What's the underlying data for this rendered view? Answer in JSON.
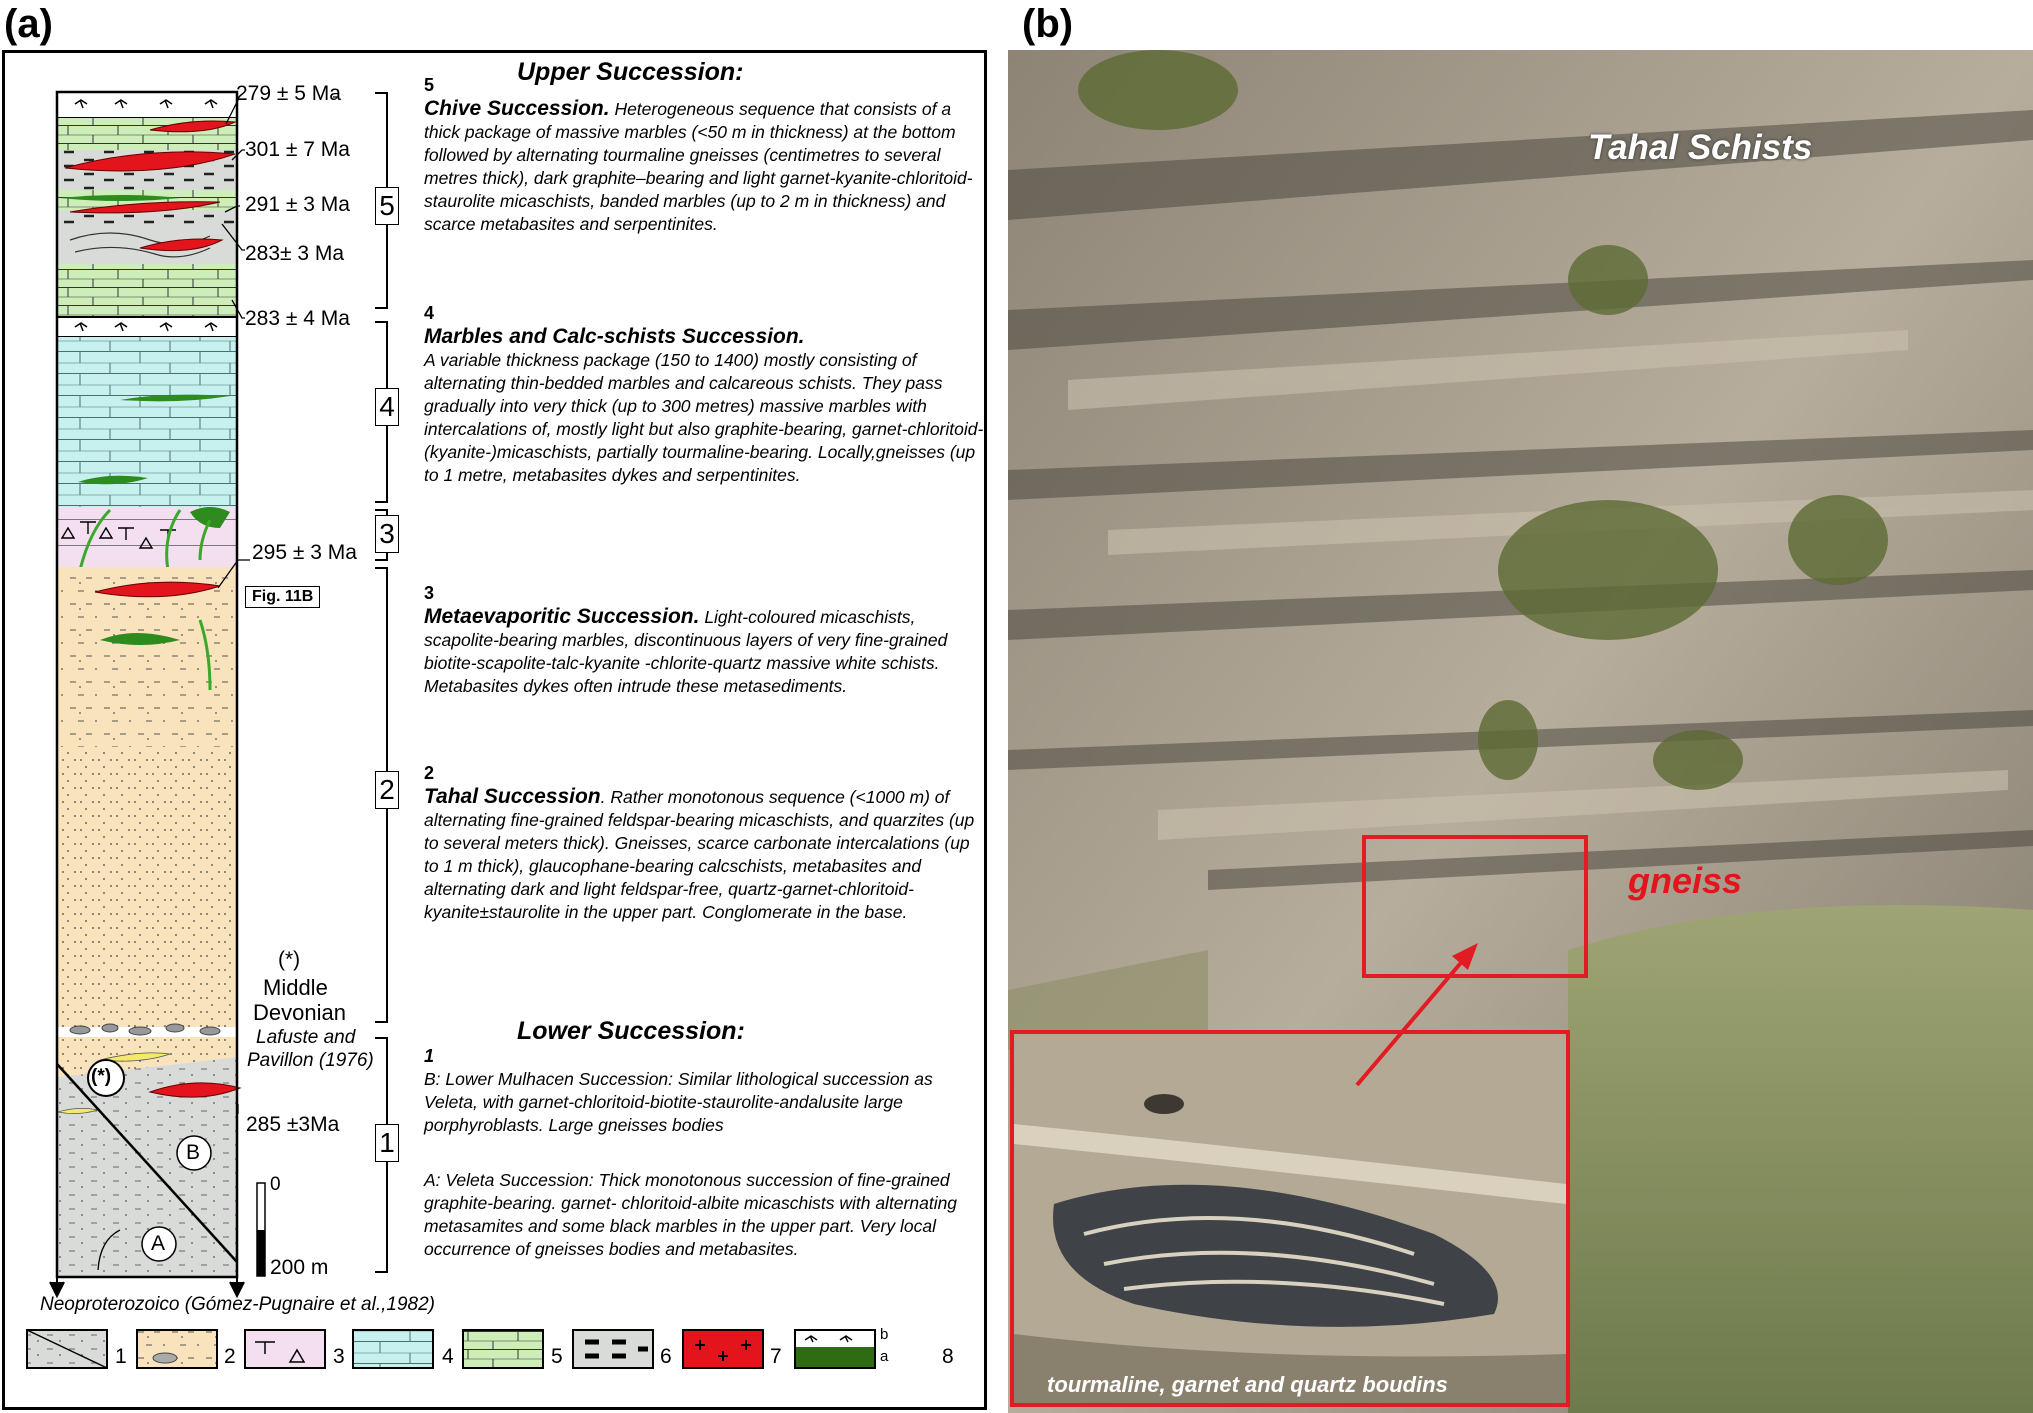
{
  "panel_a_label": "(a)",
  "panel_b_label": "(b)",
  "ages": {
    "a279": "279 ± 5 Ma",
    "a301": "301 ± 7 Ma",
    "a291": "291 ± 3 Ma",
    "a283a": "283± 3 Ma",
    "a283b": "283 ± 4 Ma",
    "a295": "295 ± 3 Ma",
    "a285": "285 ±3Ma"
  },
  "fig_ref": "Fig. 11B",
  "unit_numbers": [
    "5",
    "4",
    "3",
    "2",
    "1"
  ],
  "circle_labels": {
    "star": "(*)",
    "b": "B",
    "a": "A"
  },
  "middle_devonian": {
    "star": "(*)",
    "line1": "Middle",
    "line2": "Devonian",
    "ref1": "Lafuste and",
    "ref2": "Pavillon (1976)"
  },
  "scale": {
    "top": "0",
    "bottom": "200 m"
  },
  "neoproterozoico": "Neoproterozoico (Gómez-Pugnaire et al.,1982)",
  "upper_succession_title": "Upper Succession:",
  "lower_succession_title": "Lower Succession:",
  "descriptions": {
    "d5_num": "5",
    "d5_title": "Chive Succession.",
    "d5_text": " Heterogeneous sequence that consists of a thick package of massive marbles (<50 m in thickness) at the bottom followed by alternating tourmaline gneisses (centimetres to several metres thick), dark graphite–bearing and light garnet-kyanite-chloritoid-staurolite micaschists, banded marbles (up to 2 m in thickness) and scarce metabasites and serpentinites.",
    "d4_num": "4",
    "d4_title": "Marbles and Calc-schists Succession.",
    "d4_text": "A variable thickness package (150 to 1400) mostly consisting of alternating thin-bedded marbles and calcareous schists. They pass gradually into very thick (up to 300 metres) massive marbles with intercalations of, mostly light but also graphite-bearing, garnet-chloritoid-(kyanite-)micaschists, partially tourmaline-bearing. Locally,gneisses (up to 1 metre, metabasites dykes and serpentinites.",
    "d3_num": "3",
    "d3_title": "Metaevaporitic Succession.",
    "d3_text": " Light-coloured micaschists, scapolite-bearing marbles, discontinuous layers of very fine-grained biotite-scapolite-talc-kyanite -chlorite-quartz massive white schists. Metabasites dykes often intrude these metasediments.",
    "d2_num": "2",
    "d2_title": "Tahal Succession",
    "d2_text": ". Rather monotonous sequence (<1000 m) of alternating fine-grained feldspar-bearing micaschists, and quarzites (up to several meters thick). Gneisses, scarce carbonate intercalations (up to 1 m thick), glaucophane-bearing calcschists, metabasites and alternating dark and light feldspar-free, quartz-garnet-chloritoid-kyanite±staurolite in the upper part. Conglomerate in the base.",
    "d1_num": "1",
    "d1b_text": "B: Lower Mulhacen Succession:  Similar lithological succession as Veleta, with garnet-chloritoid-biotite-staurolite-andalusite large porphyroblasts. Large gneisses bodies",
    "d1a_text": "A: Veleta Succession: Thick monotonous succession of fine-grained graphite-bearing. garnet- chloritoid-albite micaschists with alternating metasamites and some black marbles in the upper part. Very local occurrence  of gneisses bodies and metabasites."
  },
  "legend": [
    "1",
    "2",
    "3",
    "4",
    "5",
    "6",
    "7",
    "8"
  ],
  "legend_8_sub": {
    "b": "b",
    "a": "a"
  },
  "photo_labels": {
    "tahal": "Tahal Schists",
    "gneiss": "gneiss",
    "inset_caption": "tourmaline, garnet and quartz boudins"
  },
  "colors": {
    "tahal_beige": "#f9e3bd",
    "marble_cyan": "#c6f1ef",
    "metaevaporite_pink": "#f3dff0",
    "chive_green": "#cdeeb8",
    "schist_grey": "#d8dbd8",
    "gneiss_red": "#e3141c",
    "metabasite_green": "#2e8b1e",
    "highlight_red": "#e31b23"
  }
}
